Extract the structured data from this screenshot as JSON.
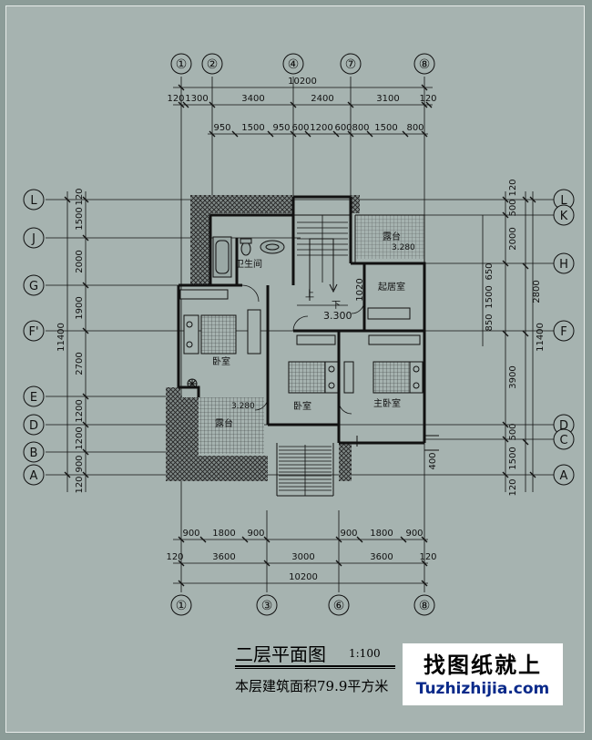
{
  "drawing": {
    "title": "二层平面图",
    "scale": "1:100",
    "area_note": "本层建筑面积79.9平方米"
  },
  "axes": {
    "top": [
      "①",
      "②",
      "④",
      "⑦",
      "⑧"
    ],
    "bottom": [
      "①",
      "③",
      "⑥",
      "⑧"
    ],
    "left": [
      "L",
      "J",
      "G",
      "F'",
      "E",
      "D",
      "B",
      "A"
    ],
    "right": [
      "L",
      "K",
      "H",
      "F",
      "D",
      "C",
      "A"
    ]
  },
  "dims": {
    "top_total": "10200",
    "top_row1": [
      "120",
      "1300",
      "3400",
      "2400",
      "3100",
      "120"
    ],
    "top_row2": [
      "950",
      "1500",
      "950",
      "600",
      "1200",
      "600",
      "800",
      "1500",
      "800"
    ],
    "bottom_row1": [
      "900",
      "1800",
      "900",
      "900",
      "1800",
      "900"
    ],
    "bottom_row2": [
      "120",
      "3600",
      "3000",
      "3600",
      "120"
    ],
    "bottom_total": "10200",
    "left_inner": [
      "120",
      "1500",
      "2000",
      "1900",
      "2700",
      "1200",
      "1200",
      "900",
      "120"
    ],
    "left_total": "11400",
    "right_inner": [
      "500",
      "2000",
      "650",
      "1500",
      "850",
      "500"
    ],
    "right_mid": [
      "120",
      "2800",
      "3900",
      "1500",
      "120"
    ],
    "right_total": "11400",
    "misc": [
      "1020",
      "400"
    ]
  },
  "rooms": {
    "bath": "卫生间",
    "balcony_top": "露台",
    "balcony_top_level": "3.280",
    "living": "起居室",
    "stair_up": "上",
    "stair_down": "下",
    "stair_level": "3.300",
    "bed_left": "卧室",
    "bed_mid": "卧室",
    "bed_master": "主卧室",
    "terrace": "露台",
    "terrace_level": "3.280"
  },
  "watermark": {
    "cn": "找图纸就上",
    "en": "Tuzhizhijia.com"
  }
}
